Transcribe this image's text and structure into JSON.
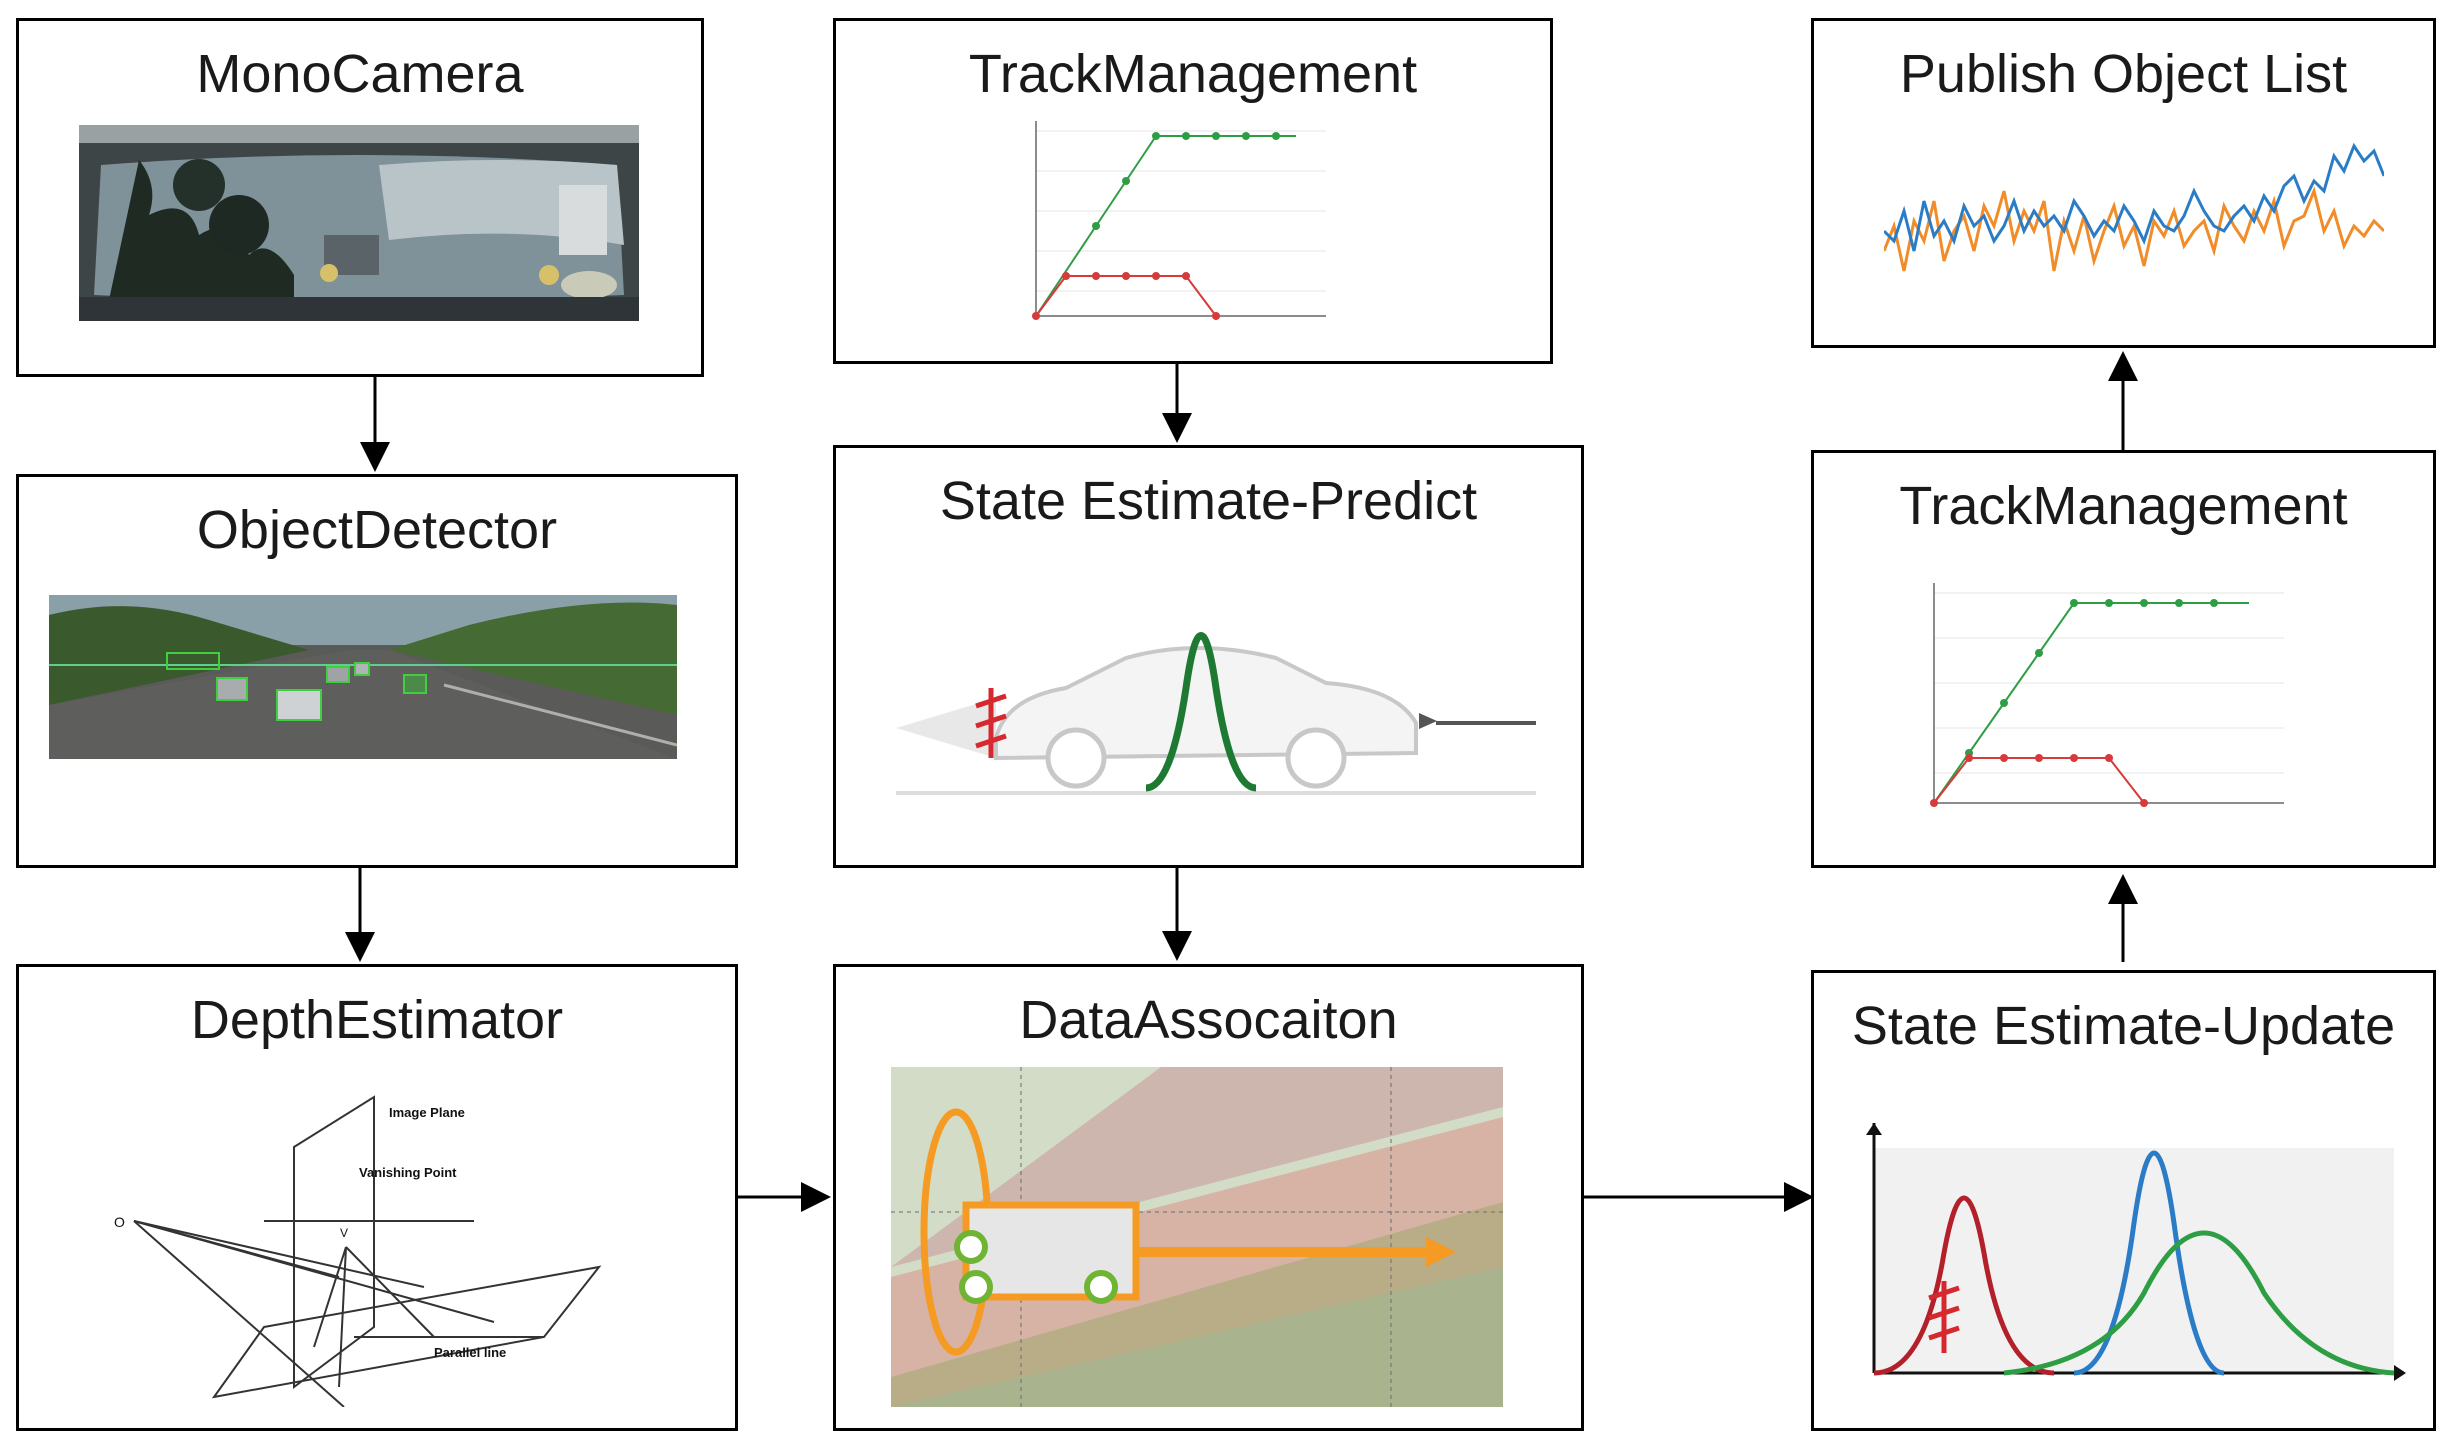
{
  "boxes": {
    "mono_camera": {
      "title": "MonoCamera"
    },
    "object_detector": {
      "title": "ObjectDetector"
    },
    "depth_estimator": {
      "title": "DepthEstimator",
      "labels": {
        "image_plane": "Image Plane",
        "vanishing_point": "Vanishing Point",
        "origin": "O",
        "v": "V",
        "parallel_line": "Parallel line"
      }
    },
    "track_management_top": {
      "title": "TrackManagement"
    },
    "state_estimate_predict": {
      "title": "State Estimate-Predict"
    },
    "data_association": {
      "title": "DataAssocaiton"
    },
    "publish_object_list": {
      "title": "Publish Object List"
    },
    "track_management_right": {
      "title": "TrackManagement"
    },
    "state_estimate_update": {
      "title": "State Estimate-Update"
    }
  },
  "colors": {
    "green": "#2e9e45",
    "red": "#d63a3a",
    "blue": "#2a7cc7",
    "orange": "#f59a23",
    "dark_green": "#1e7a32",
    "dark_red": "#b3202a"
  }
}
